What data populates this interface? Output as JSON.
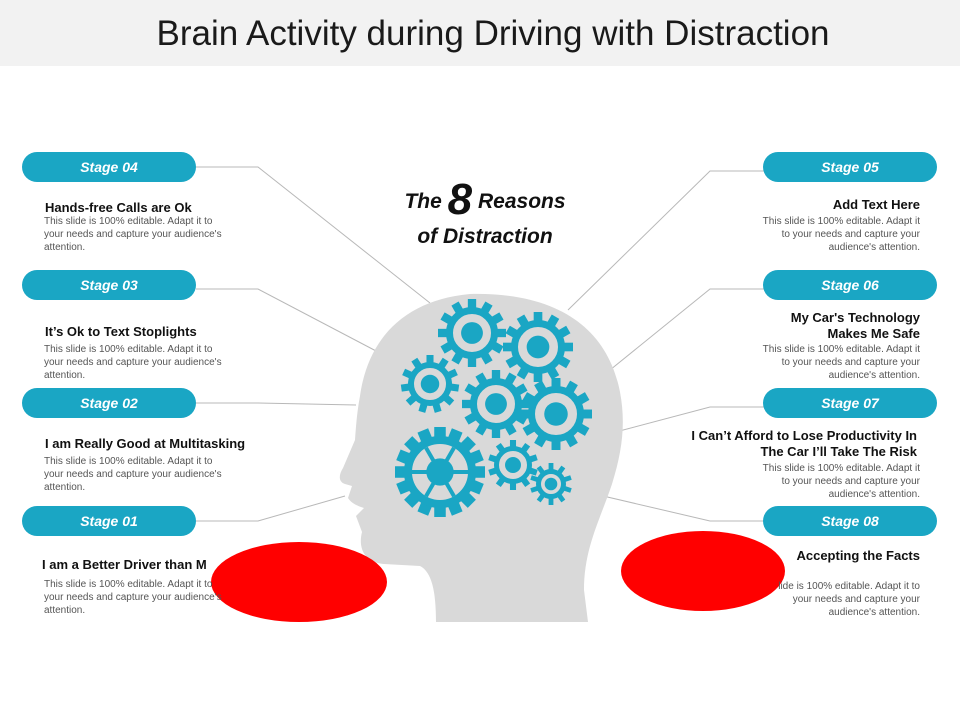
{
  "title": "Brain Activity during Driving with Distraction",
  "center": {
    "the": "The",
    "number": "8",
    "reasons": "Reasons",
    "line2": "of Distraction"
  },
  "stages": [
    {
      "label": "Stage 01",
      "heading": "I am a Better Driver than M",
      "body": "This slide is 100% editable. Adapt it to your needs and capture your audience's attention."
    },
    {
      "label": "Stage 02",
      "heading": "I am Really Good at Multitasking",
      "body": "This slide is 100% editable. Adapt it to your needs and capture your audience's attention."
    },
    {
      "label": "Stage 03",
      "heading": "It’s Ok to Text Stoplights",
      "body": "This slide is 100% editable. Adapt it to your needs and capture your audience's attention."
    },
    {
      "label": "Stage 04",
      "heading": "Hands-free Calls are Ok",
      "body": "This slide is 100% editable. Adapt it to your needs and capture your audience's attention."
    },
    {
      "label": "Stage 05",
      "heading": "Add Text Here",
      "body": "This slide is 100% editable. Adapt it to your needs and capture your audience's attention."
    },
    {
      "label": "Stage 06",
      "heading_line1": "My Car's Technology",
      "heading_line2": "Makes Me Safe",
      "body": "This slide is 100% editable. Adapt it to your needs and capture your audience's attention."
    },
    {
      "label": "Stage 07",
      "heading_line1": "I Can’t Afford to Lose Productivity In",
      "heading_line2": "The Car I’ll Take The Risk",
      "body": "This slide is 100% editable. Adapt it to your needs and capture your audience's attention."
    },
    {
      "label": "Stage 08",
      "heading": "Accepting the Facts",
      "body": "lide is 100% editable. Adapt it to your needs and capture your audience's attention."
    }
  ],
  "colors": {
    "accent": "#1aa6c4",
    "head": "#d9d9d9",
    "redacted": "#ff0000"
  }
}
